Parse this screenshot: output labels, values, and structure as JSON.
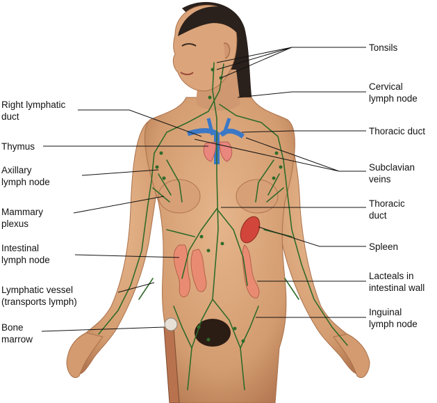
{
  "labels": {
    "tonsils": "Tonsils",
    "cervical_lymph_node": "Cervical\nlymph node",
    "right_lymphatic_duct": "Right lymphatic\nduct",
    "thoracic_duct_upper": "Thoracic duct",
    "thymus": "Thymus",
    "subclavian_veins": "Subclavian\nveins",
    "axillary_lymph_node": "Axillary\nlymph node",
    "mammary_plexus": "Mammary\nplexus",
    "thoracic_duct_lower": "Thoracic\nduct",
    "intestinal_lymph_node": "Intestinal\nlymph node",
    "spleen": "Spleen",
    "lymphatic_vessel": "Lymphatic vessel\n(transports lymph)",
    "lacteals": "Lacteals in\nintestinal wall",
    "bone_marrow": "Bone\nmarrow",
    "inguinal_lymph_node": "Inguinal\nlymph node"
  },
  "colors": {
    "skin": "#d9a57a",
    "skin_shadow": "#b97c52",
    "hair": "#2a211c",
    "lymph": "#2f6b2a",
    "vein": "#3b78c6",
    "thymus": "#e9867e",
    "intestine": "#e98b72",
    "spleen": "#d2453a"
  }
}
